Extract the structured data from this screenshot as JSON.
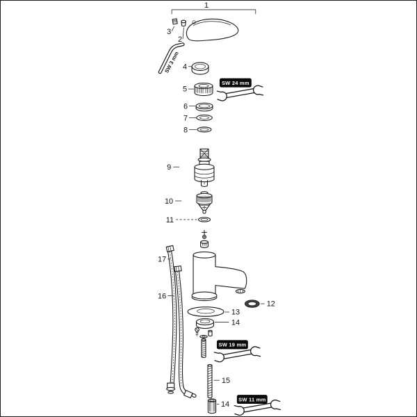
{
  "figure": {
    "type": "exploded-parts-diagram",
    "background": "#ffffff",
    "line_color": "#1a1a1a",
    "badge_bg": "#0a0a0a",
    "badge_text_color": "#ffffff"
  },
  "callouts": {
    "c1": "1",
    "c2": "2",
    "c3": "3",
    "c4": "4",
    "c5": "5",
    "c6": "6",
    "c7": "7",
    "c8": "8",
    "c9": "9",
    "c10": "10",
    "c11": "11",
    "c12": "12",
    "c13": "13",
    "c14_top": "14",
    "c14_bottom": "14",
    "c15": "15",
    "c16": "16",
    "c17": "17"
  },
  "tool_labels": {
    "allen_key": "SW 3 mm",
    "wrench_top": "SW 24 mm",
    "wrench_middle": "SW 19 mm",
    "wrench_bottom": "SW 11 mm"
  },
  "icons": {
    "wrench": "open-end-wrench-icon",
    "allen_key": "hex-key-icon"
  }
}
